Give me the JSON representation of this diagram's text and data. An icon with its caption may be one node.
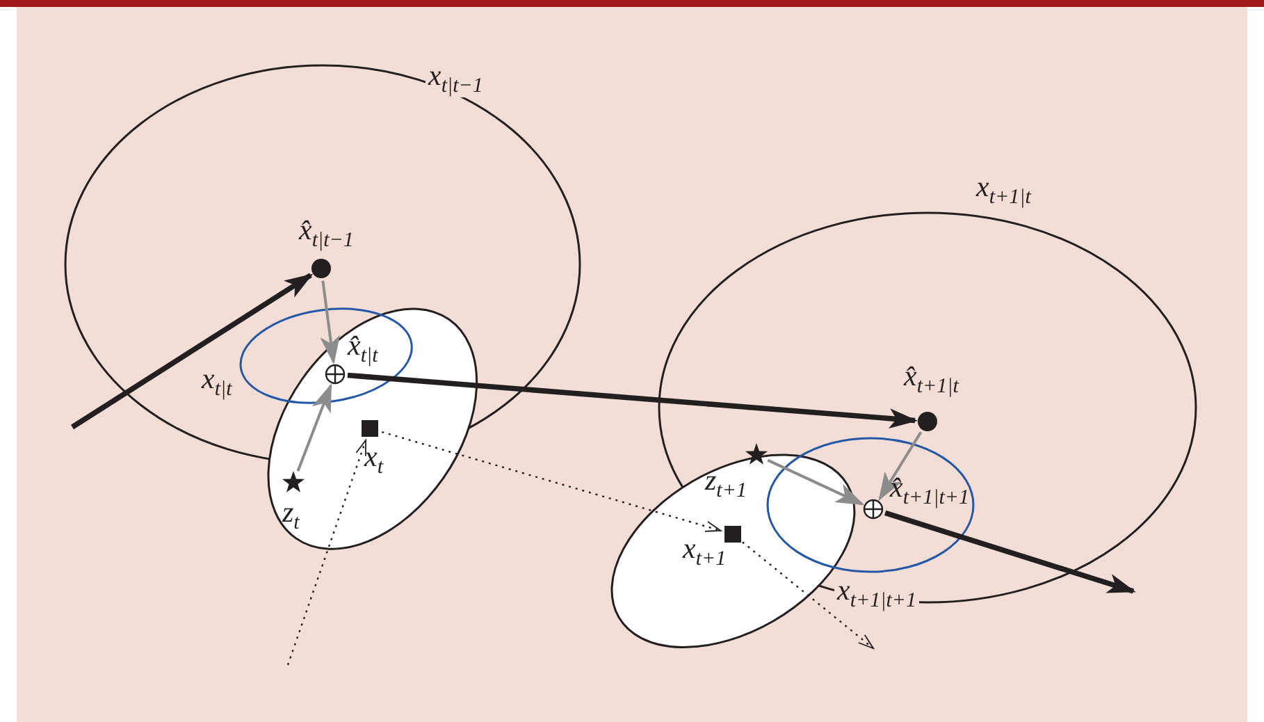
{
  "diagram": {
    "nodes": [
      {
        "text": [
          "*x*$_{t|t−1}$"
        ]
      },
      {
        "text": [],
        "shape": "ellipse"
      },
      {
        "text": [
          "*x*$_{t|t}$"
        ],
        "in": 0
      },
      {
        "text": [
          "x̂$_{t|t−1}$"
        ],
        "in": 0
      },
      {
        "text": [
          "x̂$_{t|t}$"
        ],
        "in": 2
      },
      {
        "text": [
          "z$_{t}$"
        ],
        "in": 1
      },
      {
        "text": [
          "x$_{t}$"
        ]
      },
      {
        "text": [
          "*x*$_{t+1|t}$"
        ]
      },
      {
        "text": [],
        "shape": "ellipse"
      },
      {
        "text": [
          "*x*$_{t+1|t+1}$"
        ],
        "in": 7
      },
      {
        "text": [
          "x̂$_{t+1|t}$"
        ],
        "in": 7
      },
      {
        "text": [
          "x̂$_{t+1|t+1}$"
        ],
        "in": 9
      },
      {
        "text": [
          "z$_{t+1}$"
        ],
        "in": 8
      },
      {
        "text": [
          "x$_{t+1}$"
        ]
      }
    ],
    "edges": [
      {
        "from": null,
        "to": 3,
        "arrow": "to",
        "style": "thick"
      },
      {
        "from": 3,
        "to": 4,
        "arrow": "to",
        "color": "#8c8c8c"
      },
      {
        "from": 5,
        "to": 4,
        "arrow": "to",
        "color": "#8c8c8c"
      },
      {
        "from": 4,
        "to": 10,
        "arrow": "to",
        "style": "thick"
      },
      {
        "from": 10,
        "to": 11,
        "arrow": "to",
        "color": "#8c8c8c"
      },
      {
        "from": 12,
        "to": 11,
        "arrow": "to",
        "color": "#8c8c8c"
      },
      {
        "from": 11,
        "to": null,
        "arrow": "to",
        "style": "thick"
      },
      {
        "from": null,
        "to": 6,
        "arrow": "to",
        "style": "dashed"
      },
      {
        "from": 6,
        "to": 13,
        "arrow": "to",
        "style": "dashed"
      },
      {
        "from": 13,
        "to": null,
        "arrow": "to",
        "style": "dashed"
      }
    ]
  }
}
